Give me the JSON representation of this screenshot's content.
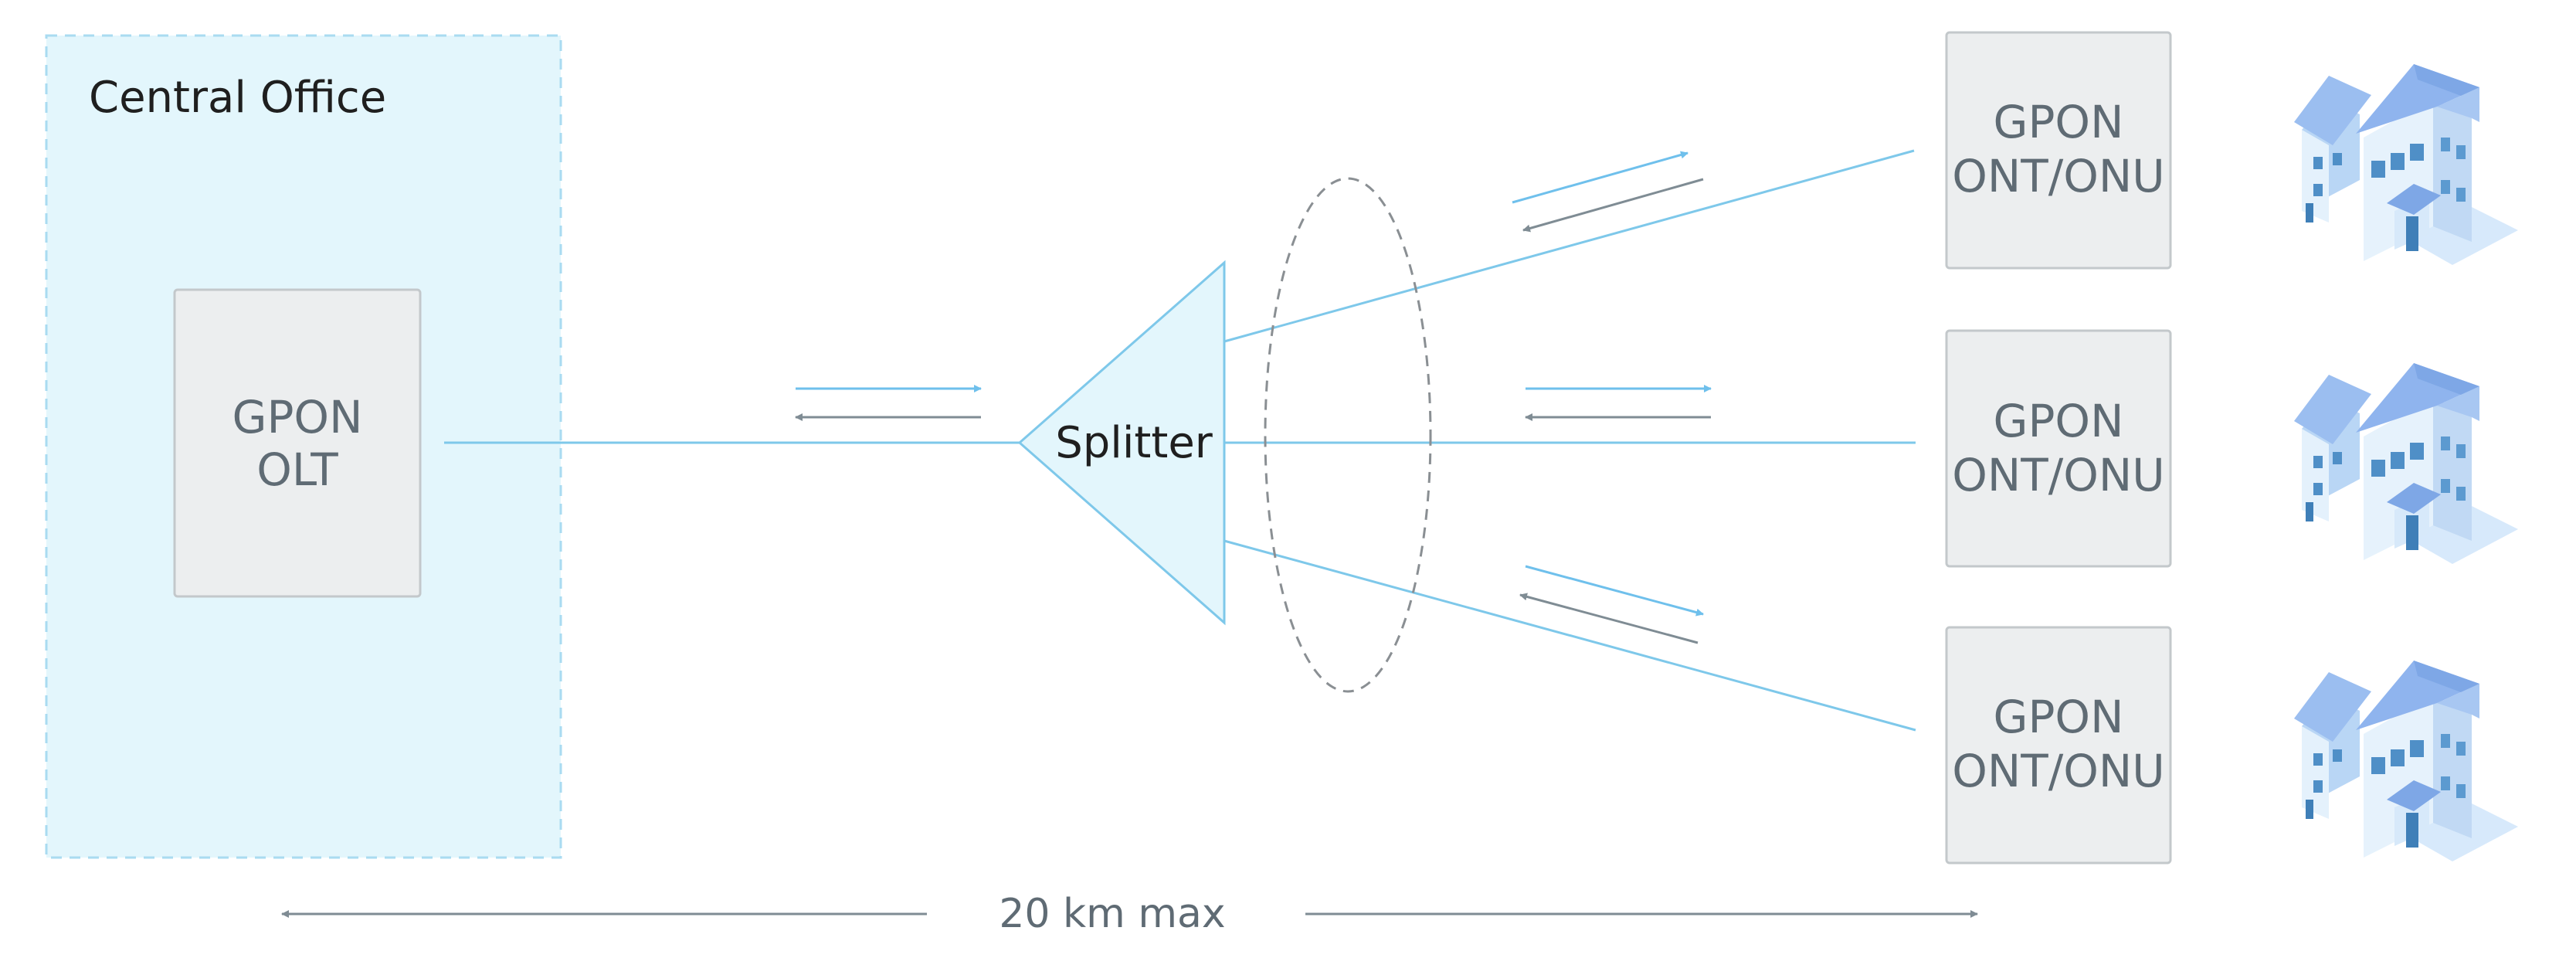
{
  "central_office": {
    "label": "Central  Office"
  },
  "olt": {
    "line1": "GPON",
    "line2": "OLT"
  },
  "splitter": {
    "label": "Splitter"
  },
  "onts": [
    {
      "line1": "GPON",
      "line2": "ONT/ONU"
    },
    {
      "line1": "GPON",
      "line2": "ONT/ONU"
    },
    {
      "line1": "GPON",
      "line2": "ONT/ONU"
    }
  ],
  "distance": {
    "label": "20 km max"
  },
  "colors": {
    "fiber": "#7ec8ea",
    "downstream_arrow": "#6fc0ec",
    "upstream_arrow": "#7f8c94",
    "office_fill": "#e3f6fc",
    "box_fill": "#eceeef",
    "box_stroke": "#c3c8cb",
    "house_roof": "#8fb4ee",
    "house_wall": "#cfe4f7",
    "house_window": "#4f8fc7"
  },
  "icons": [
    "house-icon",
    "house-icon",
    "house-icon"
  ]
}
